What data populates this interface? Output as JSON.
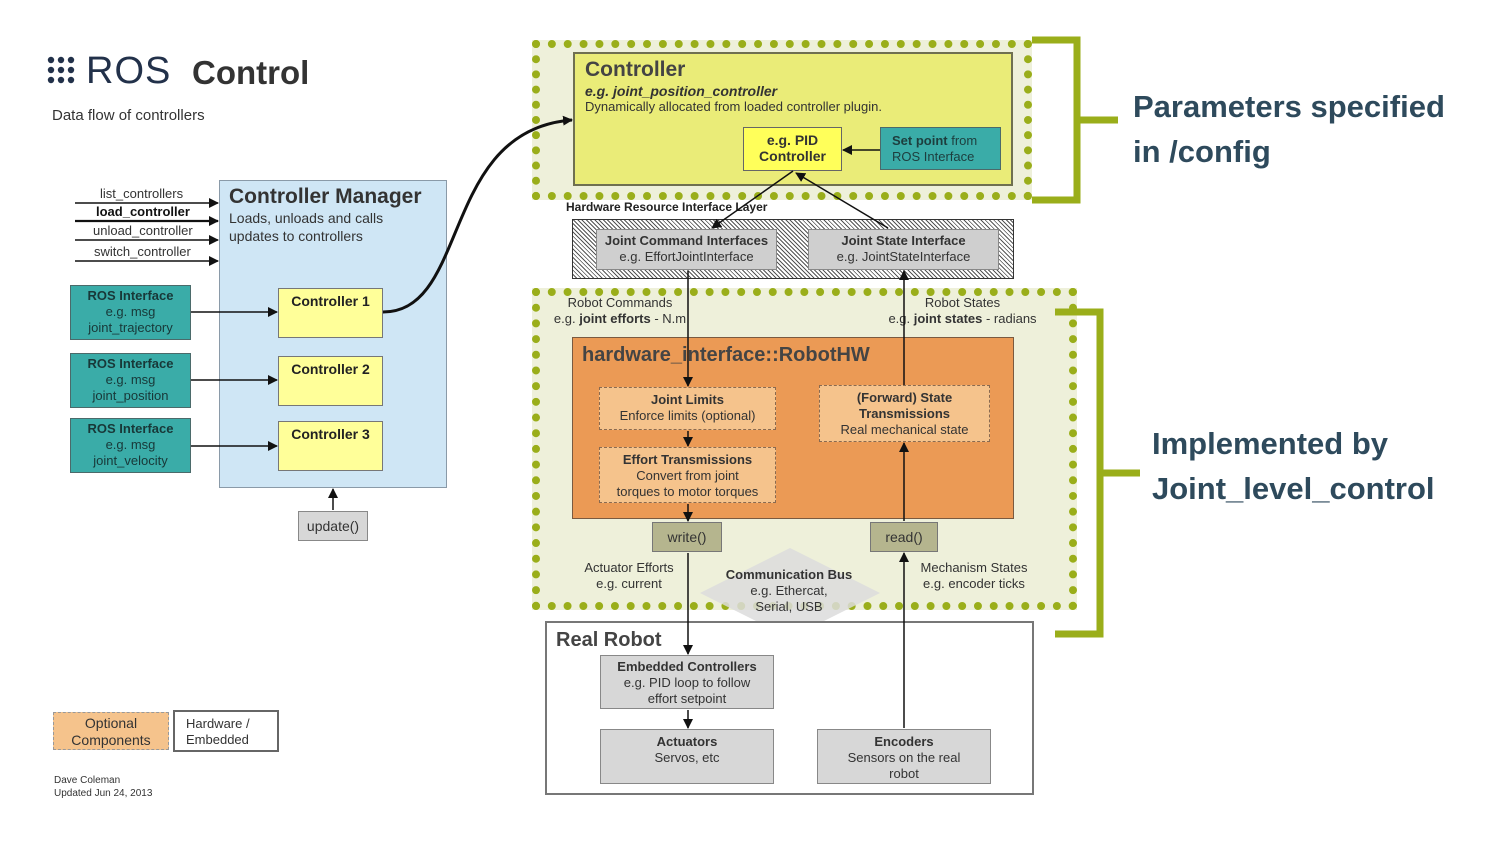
{
  "title": {
    "logo_text": "ROS",
    "word": "Control",
    "subtitle": "Data flow of controllers"
  },
  "services": [
    "list_controllers",
    "load_controller",
    "unload_controller",
    "switch_controller"
  ],
  "ros_interfaces": [
    {
      "title": "ROS Interface",
      "l1": "e.g. msg",
      "l2": "joint_trajectory"
    },
    {
      "title": "ROS Interface",
      "l1": "e.g. msg",
      "l2": "joint_position"
    },
    {
      "title": "ROS Interface",
      "l1": "e.g. msg",
      "l2": "joint_velocity"
    }
  ],
  "controller_manager": {
    "title": "Controller Manager",
    "desc1": "Loads, unloads and calls",
    "desc2": "updates to controllers",
    "controllers": [
      "Controller 1",
      "Controller 2",
      "Controller 3"
    ],
    "update": "update()"
  },
  "controller": {
    "title": "Controller",
    "example": "e.g. joint_position_controller",
    "desc": "Dynamically allocated from loaded controller plugin.",
    "pid_l1": "e.g. PID",
    "pid_l2": "Controller",
    "setpoint_bold": "Set point",
    "setpoint_rest": " from",
    "setpoint_l2": "ROS Interface"
  },
  "hw_layer": {
    "title": "Hardware Resource Interface Layer",
    "cmd_title": "Joint Command Interfaces",
    "cmd_ex": "e.g. EffortJointInterface",
    "state_title": "Joint State Interface",
    "state_ex": "e.g. JointStateInterface"
  },
  "robot_commands": {
    "l1": "Robot Commands",
    "l2_pre": "e.g. ",
    "l2_bold": "joint efforts",
    "l2_post": " - N.m"
  },
  "robot_states": {
    "l1": "Robot States",
    "l2_pre": "e.g. ",
    "l2_bold": "joint states",
    "l2_post": " - radians"
  },
  "robothw": {
    "title": "hardware_interface::RobotHW",
    "limits_title": "Joint Limits",
    "limits_desc": "Enforce limits (optional)",
    "effort_title": "Effort Transmissions",
    "effort_d1": "Convert from joint",
    "effort_d2": "torques to motor torques",
    "state_t1": "(Forward) State",
    "state_t2": "Transmissions",
    "state_desc": "Real mechanical state",
    "write": "write()",
    "read": "read()"
  },
  "actuator_efforts": {
    "l1": "Actuator Efforts",
    "l2": "e.g. current"
  },
  "mechanism_states": {
    "l1": "Mechanism States",
    "l2": "e.g. encoder ticks"
  },
  "comm_bus": {
    "title": "Communication Bus",
    "l1": "e.g. Ethercat,",
    "l2": "Serial, USB"
  },
  "real_robot": {
    "title": "Real Robot",
    "emb_title": "Embedded Controllers",
    "emb_d1": "e.g. PID loop to follow",
    "emb_d2": "effort setpoint",
    "act_title": "Actuators",
    "act_desc": "Servos, etc",
    "enc_title": "Encoders",
    "enc_d1": "Sensors on the real",
    "enc_d2": "robot"
  },
  "legend": {
    "opt_l1": "Optional",
    "opt_l2": "Components",
    "hw_l1": "Hardware /",
    "hw_l2": "Embedded"
  },
  "credits": {
    "author": "Dave Coleman",
    "updated": "Updated Jun 24, 2013"
  },
  "annotations": {
    "params_l1": "Parameters specified",
    "params_l2": "in /config",
    "impl_l1": "Implemented by",
    "impl_l2": "Joint_level_control"
  },
  "colors": {
    "teal": "#3aaca8",
    "yellow": "#ffff99",
    "light_blue": "#cfe6f5",
    "controller_bg": "#eaec78",
    "orange": "#eb9a55",
    "optional_bg": "#f5c38c",
    "dotted_border": "#9aae1a",
    "dotted_fill": "#eef0da",
    "annotation_text": "#2e4a5c",
    "gray_box": "#d7d7d7",
    "olive_button": "#b5b58e"
  }
}
